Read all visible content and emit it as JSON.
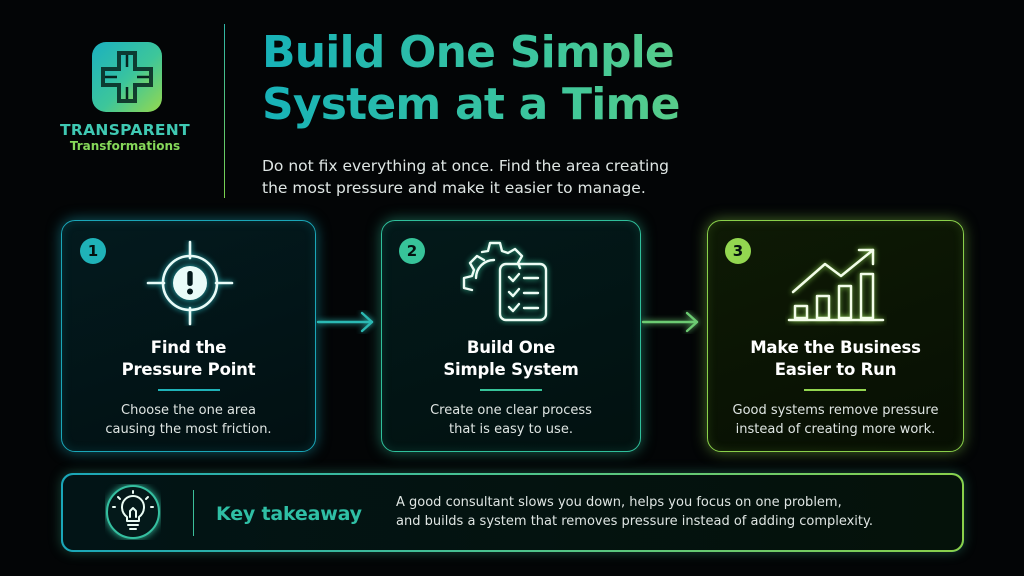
{
  "brand": {
    "name": "TRANSPARENT",
    "tagline": "Transformations",
    "logo_icon": "plus-puzzle-icon"
  },
  "header": {
    "title_line1": "Build One Simple",
    "title_line2": "System at a Time",
    "subtitle_line1": "Do not fix everything at once. Find the area creating",
    "subtitle_line2": "the most pressure and make it easier to manage."
  },
  "steps": [
    {
      "number": "1",
      "icon": "target-alert-icon",
      "title_line1": "Find the",
      "title_line2": "Pressure Point",
      "desc_line1": "Choose the one area",
      "desc_line2": "causing the most friction.",
      "color": "#1fb2b8"
    },
    {
      "number": "2",
      "icon": "gear-checklist-icon",
      "title_line1": "Build One",
      "title_line2": "Simple System",
      "desc_line1": "Create one clear process",
      "desc_line2": "that is easy to use.",
      "color": "#37c399"
    },
    {
      "number": "3",
      "icon": "growth-chart-icon",
      "title_line1": "Make the Business",
      "title_line2": "Easier to Run",
      "desc_line1": "Good systems remove pressure",
      "desc_line2": "instead of creating more work.",
      "color": "#93d650"
    }
  ],
  "takeaway": {
    "icon": "lightbulb-icon",
    "label": "Key takeaway",
    "text_line1": "A good consultant slows you down, helps you focus on one problem,",
    "text_line2": "and builds a system that removes pressure instead of adding complexity."
  }
}
